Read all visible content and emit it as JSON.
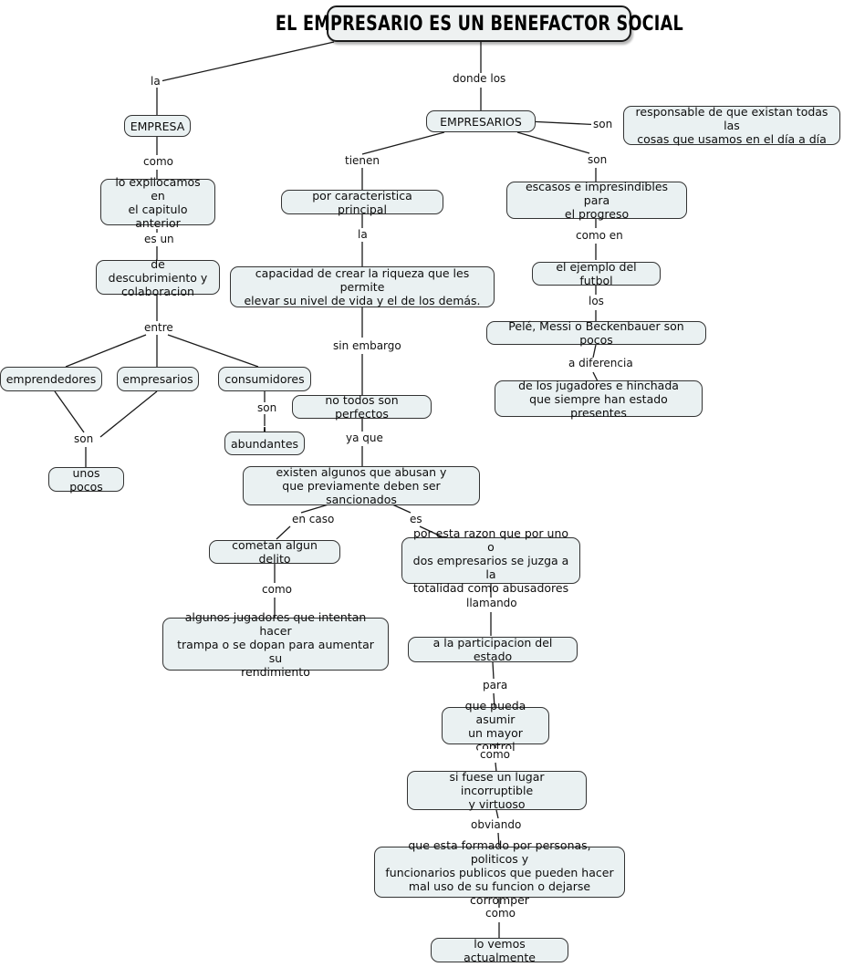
{
  "map": {
    "title": "EL EMPRESARIO ES UN BENEFACTOR SOCIAL",
    "language": "es",
    "colors": {
      "node_fill": "#eaf1f2",
      "node_border": "#333333",
      "edge": "#1a1a1a",
      "text": "#0d0d0d",
      "background": "#ffffff"
    }
  },
  "nodes": {
    "title": "EL EMPRESARIO ES UN BENEFACTOR SOCIAL",
    "empresa": "EMPRESA",
    "empresarios": "EMPRESARIOS",
    "responsable": "responsable de que existan todas las\ncosas que usamos en el día a día",
    "lo_expliocamos": "lo expliocamos en\nel capitulo anterior",
    "por_caracteristica": "por caracteristica principal",
    "escasos": "escasos e impresindibles para\nel progreso",
    "descubrimiento": "de descubrimiento y\ncolaboracion",
    "capacidad": "capacidad de crear la riqueza que les permite\nelevar su nivel de vida y el de los demás.",
    "ejemplo_futbol": "el ejemplo del futbol",
    "pele_messi": "Pelé, Messi o Beckenbauer son pocos",
    "emprendedores": "emprendedores",
    "empresarios_small": "empresarios",
    "consumidores": "consumidores",
    "no_todos": "no todos son perfectos",
    "jugadores_hinchada": "de los jugadores e hinchada\nque siempre han estado presentes",
    "abundantes": "abundantes",
    "unos_pocos": "unos pocos",
    "existen_algunos": "existen algunos que abusan y\nque previamente deben ser sancionados",
    "cometan_delito": "cometan algun delito",
    "por_esta_razon": "por esta razon que por uno o\ndos empresarios se juzga a la\ntotalidad como abusadores",
    "algunos_jugadores": "algunos jugadores que intentan hacer\ntrampa o se dopan para aumentar su\nrendimiento",
    "participacion_estado": "a la participacion del estado",
    "mayor_control": "que pueda asumir\nun mayor control",
    "lugar_incorruptible": "si fuese un lugar incorruptible\ny virtuoso",
    "que_esta_formado": "que esta formado por personas, politicos y\nfuncionarios publicos que pueden hacer\nmal uso de su funcion o dejarse corromper",
    "lo_vemos": "lo vemos actualmente"
  },
  "link_labels": {
    "la_top": "la",
    "donde_los": "donde los",
    "son_responsable": "son",
    "como_empresa": "como",
    "tienen": "tienen",
    "son_escasos": "son",
    "es_un": "es un",
    "la_capacidad": "la",
    "como_en": "como en",
    "entre": "entre",
    "sin_embargo": "sin embargo",
    "los": "los",
    "son_consumidores": "son",
    "a_diferencia": "a diferencia",
    "son_unos_pocos": "son",
    "ya_que": "ya que",
    "en_caso": "en caso",
    "es_razon": "es",
    "como_jugadores": "como",
    "llamando": "llamando",
    "para": "para",
    "como_lugar": "como",
    "obviando": "obviando",
    "como_lo_vemos": "como"
  }
}
